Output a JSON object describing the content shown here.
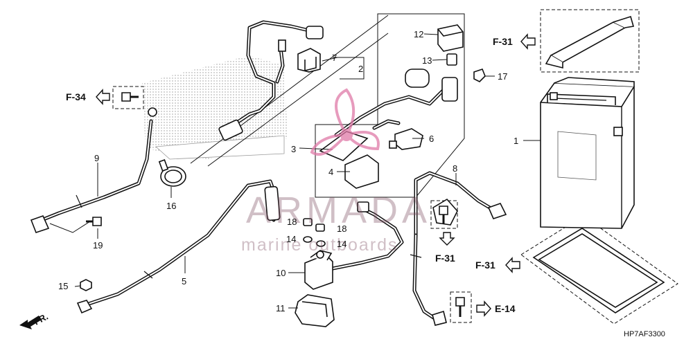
{
  "callouts": {
    "n1": "1",
    "n2": "2",
    "n3": "3",
    "n4": "4",
    "n5": "5",
    "n6": "6",
    "n7": "7",
    "n8": "8",
    "n9": "9",
    "n10": "10",
    "n11": "11",
    "n12": "12",
    "n13": "13",
    "n14a": "14",
    "n14b": "14",
    "n15": "15",
    "n16": "16",
    "n17": "17",
    "n18a": "18",
    "n18b": "18",
    "n19": "19"
  },
  "refs": {
    "f34": "F-34",
    "f31_top": "F-31",
    "f31_mid": "F-31",
    "f31_right": "F-31",
    "e14": "E-14"
  },
  "direction_label": "FR.",
  "diagram_code": "HP7AF3300",
  "watermark": {
    "brand": "ARMADA",
    "tagline": "marine outboards",
    "color": "#7a4a5d",
    "logo_color": "#e07aa8"
  }
}
